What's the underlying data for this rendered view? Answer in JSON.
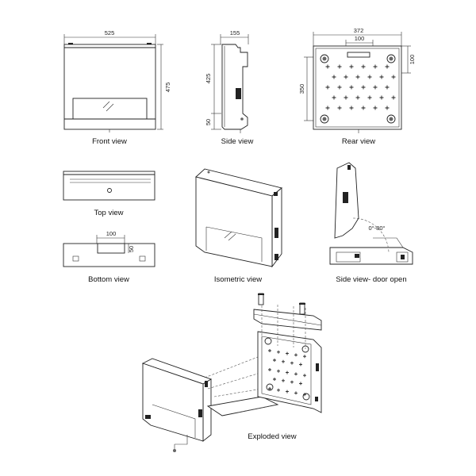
{
  "views": {
    "front": {
      "caption": "Front view",
      "width": "525",
      "height": "475"
    },
    "side": {
      "caption": "Side view",
      "depth": "155",
      "upper": "425",
      "lower": "50"
    },
    "rear": {
      "caption": "Rear view",
      "width": "372",
      "inner_width": "100",
      "height": "350",
      "inner_height": "100"
    },
    "top": {
      "caption": "Top view"
    },
    "bottom": {
      "caption": "Bottom view",
      "width": "100",
      "height": "50"
    },
    "isometric": {
      "caption": "Isometric view"
    },
    "door_open": {
      "caption": "Side view- door open",
      "angle": "0°-80°"
    },
    "exploded": {
      "caption": "Exploded view"
    }
  },
  "colors": {
    "line": "#222222",
    "background": "#ffffff"
  }
}
